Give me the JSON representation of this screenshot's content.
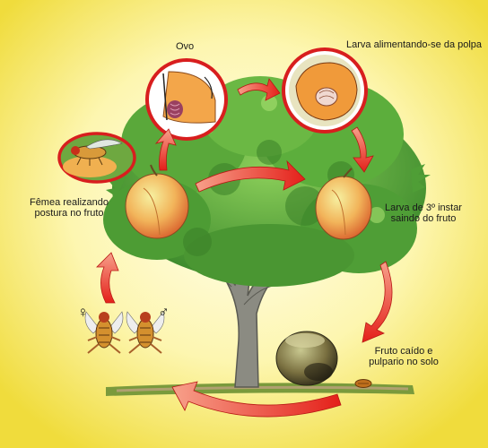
{
  "labels": {
    "egg": "Ovo",
    "larva_feeding": "Larva alimentando-se da polpa",
    "female_line1": "Fêmea realizando",
    "female_line2": "postura no fruto",
    "third_instar_line1": "Larva de 3º instar",
    "third_instar_line2": "saindo do fruto",
    "fallen_line1": "Fruto caído e",
    "fallen_line2": "pulpario no solo",
    "female_symbol": "♀",
    "male_symbol": "♂"
  },
  "colors": {
    "background_center": "#fffde0",
    "background_edge": "#f2e04a",
    "arrow_red": "#e8261e",
    "foliage": "#5aa83a",
    "trunk": "#8a8a80",
    "circle_border": "#d81e1e",
    "fruit": "#f0b060"
  },
  "icons": [
    "fruit-fly-icon",
    "peach-icon",
    "pupa-icon"
  ]
}
